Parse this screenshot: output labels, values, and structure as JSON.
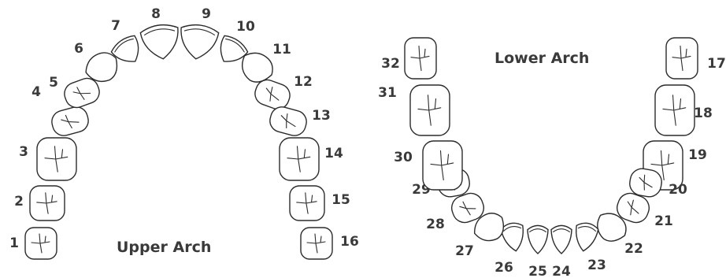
{
  "upper_arch": {
    "title": "Upper Arch",
    "teeth": [
      "1",
      "2",
      "3",
      "4",
      "5",
      "6",
      "7",
      "8",
      "9",
      "10",
      "11",
      "12",
      "13",
      "14",
      "15",
      "16"
    ]
  },
  "lower_arch": {
    "title": "Lower Arch",
    "teeth": [
      "17",
      "18",
      "19",
      "20",
      "21",
      "22",
      "23",
      "24",
      "25",
      "26",
      "27",
      "28",
      "29",
      "30",
      "31",
      "32"
    ]
  },
  "colors": {
    "outline": "#2b2b2b",
    "label": "#3a3a3a",
    "fill": "#ffffff"
  }
}
